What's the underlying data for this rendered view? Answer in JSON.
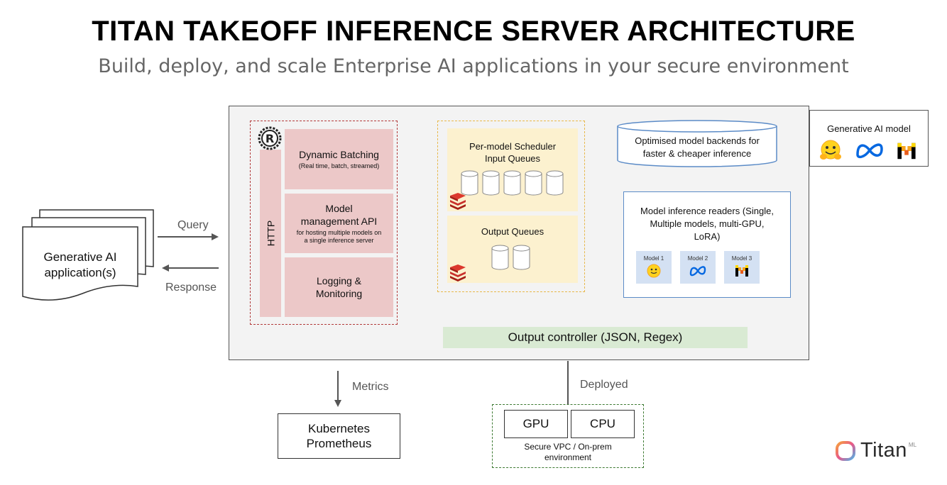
{
  "title": "TITAN TAKEOFF INFERENCE SERVER ARCHITECTURE",
  "subtitle": "Build, deploy, and scale Enterprise AI applications in your secure environment",
  "app": {
    "label": "Generative AI application(s)",
    "query": "Query",
    "response": "Response"
  },
  "http": {
    "label": "HTTP",
    "rust_glyph": "R",
    "dynamic_batching": "Dynamic Batching",
    "dynamic_batching_sub": "(Real time, batch, streamed)",
    "model_mgmt": "Model management API",
    "model_mgmt_sub": "for hosting multiple models on a single inference server",
    "logging": "Logging & Monitoring"
  },
  "queues": {
    "input_title": "Per-model Scheduler Input Queues",
    "output_title": "Output Queues",
    "input_count": 5,
    "output_count": 2
  },
  "backends": {
    "label": "Optimised model backends for faster & cheaper inference"
  },
  "readers": {
    "label": "Model inference readers (Single, Multiple models, multi-GPU, LoRA)",
    "models": [
      "Model 1",
      "Model 2",
      "Model 3"
    ]
  },
  "output_controller": "Output controller (JSON, Regex)",
  "genai_model": {
    "label": "Generative AI model",
    "icons": [
      "hugging-face-icon",
      "meta-icon",
      "mistral-icon"
    ]
  },
  "metrics": {
    "label": "Metrics",
    "target": "Kubernetes Prometheus"
  },
  "deploy": {
    "label": "Deployed",
    "gpu": "GPU",
    "cpu": "CPU",
    "env": "Secure VPC / On-prem environment"
  },
  "brand": {
    "name": "Titan",
    "suffix": "ML"
  },
  "colors": {
    "http_border": "#b23a3a",
    "http_fill": "#ecc8c8",
    "queue_border": "#e8b84a",
    "queue_fill": "#fcf1cf",
    "readers_border": "#5b8bc7",
    "model_fill": "#d4e1f3",
    "output_fill": "#d9ead3",
    "deploy_border": "#3d7a32"
  }
}
